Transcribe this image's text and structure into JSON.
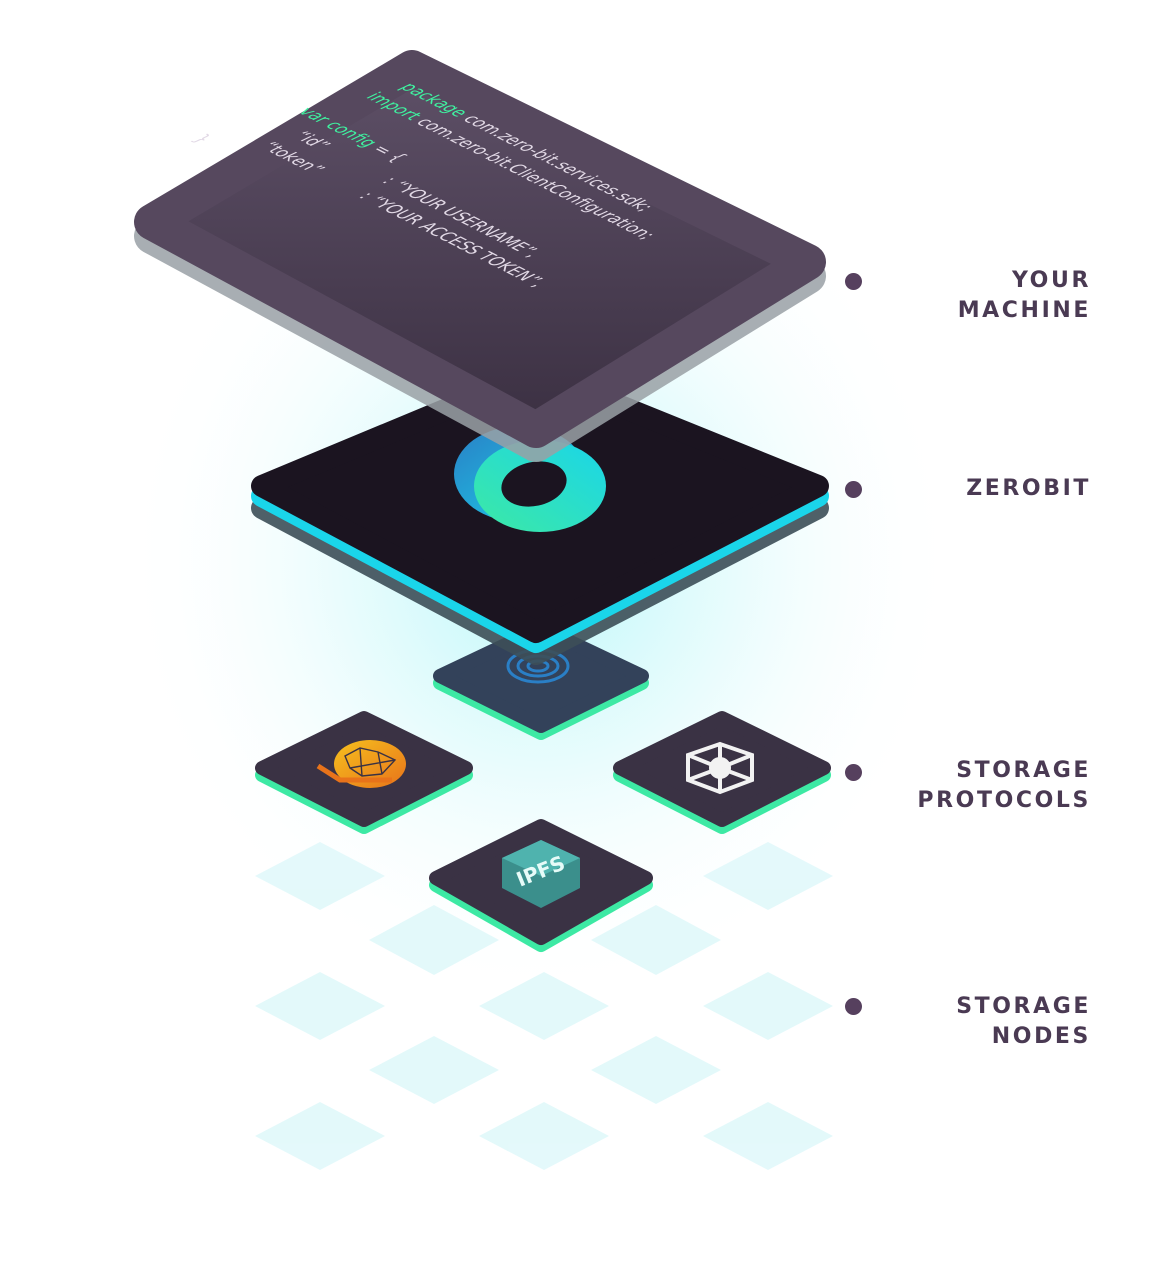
{
  "colors": {
    "machine_card": "#56485e",
    "zerobit_card": "#1b1420",
    "tile": "#3a3244",
    "cyan": "#1ad5ea",
    "green": "#3de9a4",
    "label": "#4a3a53",
    "dot": "#56405e"
  },
  "code": {
    "line1_kw": "package",
    "line1_rest": " com.zero-bit.services.sdk;",
    "line2_kw": "import",
    "line2_rest": " com.zero-bit.ClientConfiguration;",
    "line3_kw": "var config",
    "line3_rest": " = {",
    "line4_key": "“id”",
    "line4_val": ": “YOUR USERNAME”,",
    "line5_key": "“token”",
    "line5_val": ": “YOUR ACCESS TOKEN”,",
    "line6": "}"
  },
  "layers": [
    {
      "id": "your-machine",
      "line1": "YOUR",
      "line2": "MACHINE"
    },
    {
      "id": "zerobit",
      "line1": "ZEROBIT",
      "line2": ""
    },
    {
      "id": "storage-protocols",
      "line1": "STORAGE",
      "line2": "PROTOCOLS"
    },
    {
      "id": "storage-nodes",
      "line1": "STORAGE",
      "line2": "NODES"
    }
  ],
  "icons": {
    "machine": "code-config-card",
    "zerobit": "zerobit-ring-logo-icon",
    "protocol_center": "fingerprint-swirl-icon",
    "protocol_left": "brain-network-icon",
    "protocol_right": "hexagon-network-icon",
    "protocol_bottom": "ipfs-cube-icon"
  },
  "ipfs_label": "IPFS"
}
